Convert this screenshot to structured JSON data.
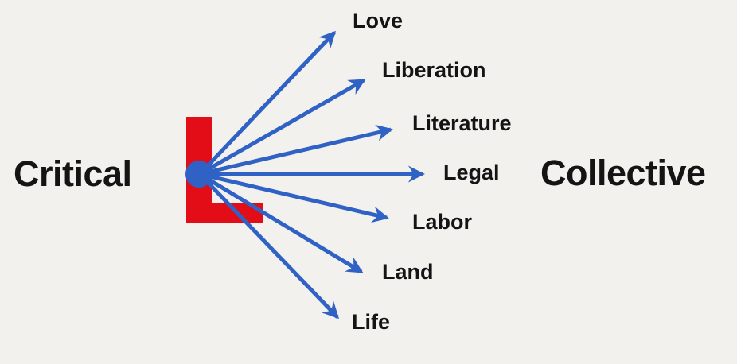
{
  "diagram": {
    "title_left": "Critical",
    "title_right": "Collective",
    "logo_letter": "L",
    "spokes": [
      {
        "label": "Love"
      },
      {
        "label": "Liberation"
      },
      {
        "label": "Literature"
      },
      {
        "label": "Legal"
      },
      {
        "label": "Labor"
      },
      {
        "label": "Land"
      },
      {
        "label": "Life"
      }
    ],
    "colors": {
      "background": "#f2f1ee",
      "logo_red": "#e30d17",
      "arrow_blue": "#2f62c4",
      "text": "#141414"
    }
  }
}
